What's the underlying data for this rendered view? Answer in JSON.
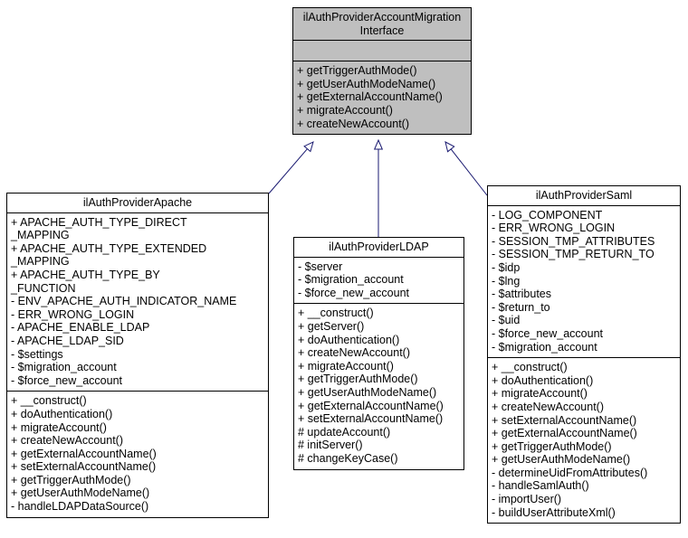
{
  "diagram_type": "uml-class-inheritance",
  "colors": {
    "highlight_fill": "#bfbfbf",
    "node_fill": "#ffffff",
    "border": "#000000",
    "edge": "#191970"
  },
  "classes": [
    {
      "id": "interface",
      "name": "ilAuthProviderAccountMigrationInterface",
      "title_lines": [
        "ilAuthProviderAccountMigration",
        "Interface"
      ],
      "attributes": [],
      "methods": [
        "+ getTriggerAuthMode()",
        "+ getUserAuthModeName()",
        "+ getExternalAccountName()",
        "+ migrateAccount()",
        "+ createNewAccount()"
      ]
    },
    {
      "id": "apache",
      "name": "ilAuthProviderApache",
      "title_lines": [
        "ilAuthProviderApache"
      ],
      "attributes": [
        "+ APACHE_AUTH_TYPE_DIRECT",
        "_MAPPING",
        "+ APACHE_AUTH_TYPE_EXTENDED",
        "_MAPPING",
        "+ APACHE_AUTH_TYPE_BY",
        "_FUNCTION",
        "- ENV_APACHE_AUTH_INDICATOR_NAME",
        "- ERR_WRONG_LOGIN",
        "- APACHE_ENABLE_LDAP",
        "- APACHE_LDAP_SID",
        "- $settings",
        "- $migration_account",
        "- $force_new_account"
      ],
      "methods": [
        "+ __construct()",
        "+ doAuthentication()",
        "+ migrateAccount()",
        "+ createNewAccount()",
        "+ getExternalAccountName()",
        "+ setExternalAccountName()",
        "+ getTriggerAuthMode()",
        "+ getUserAuthModeName()",
        "- handleLDAPDataSource()"
      ]
    },
    {
      "id": "ldap",
      "name": "ilAuthProviderLDAP",
      "title_lines": [
        "ilAuthProviderLDAP"
      ],
      "attributes": [
        "- $server",
        "- $migration_account",
        "- $force_new_account"
      ],
      "methods": [
        "+ __construct()",
        "+ getServer()",
        "+ doAuthentication()",
        "+ createNewAccount()",
        "+ migrateAccount()",
        "+ getTriggerAuthMode()",
        "+ getUserAuthModeName()",
        "+ getExternalAccountName()",
        "+ setExternalAccountName()",
        "# updateAccount()",
        "# initServer()",
        "# changeKeyCase()"
      ]
    },
    {
      "id": "saml",
      "name": "ilAuthProviderSaml",
      "title_lines": [
        "ilAuthProviderSaml"
      ],
      "attributes": [
        "- LOG_COMPONENT",
        "- ERR_WRONG_LOGIN",
        "- SESSION_TMP_ATTRIBUTES",
        "- SESSION_TMP_RETURN_TO",
        "- $idp",
        "- $lng",
        "- $attributes",
        "- $return_to",
        "- $uid",
        "- $force_new_account",
        "- $migration_account"
      ],
      "methods": [
        "+ __construct()",
        "+ doAuthentication()",
        "+ migrateAccount()",
        "+ createNewAccount()",
        "+ setExternalAccountName()",
        "+ getExternalAccountName()",
        "+ getTriggerAuthMode()",
        "+ getUserAuthModeName()",
        "- determineUidFromAttributes()",
        "- handleSamlAuth()",
        "- importUser()",
        "- buildUserAttributeXml()"
      ]
    }
  ],
  "relations": [
    {
      "from": "ilAuthProviderApache",
      "to": "ilAuthProviderAccountMigrationInterface",
      "type": "generalization"
    },
    {
      "from": "ilAuthProviderLDAP",
      "to": "ilAuthProviderAccountMigrationInterface",
      "type": "generalization"
    },
    {
      "from": "ilAuthProviderSaml",
      "to": "ilAuthProviderAccountMigrationInterface",
      "type": "generalization"
    }
  ]
}
